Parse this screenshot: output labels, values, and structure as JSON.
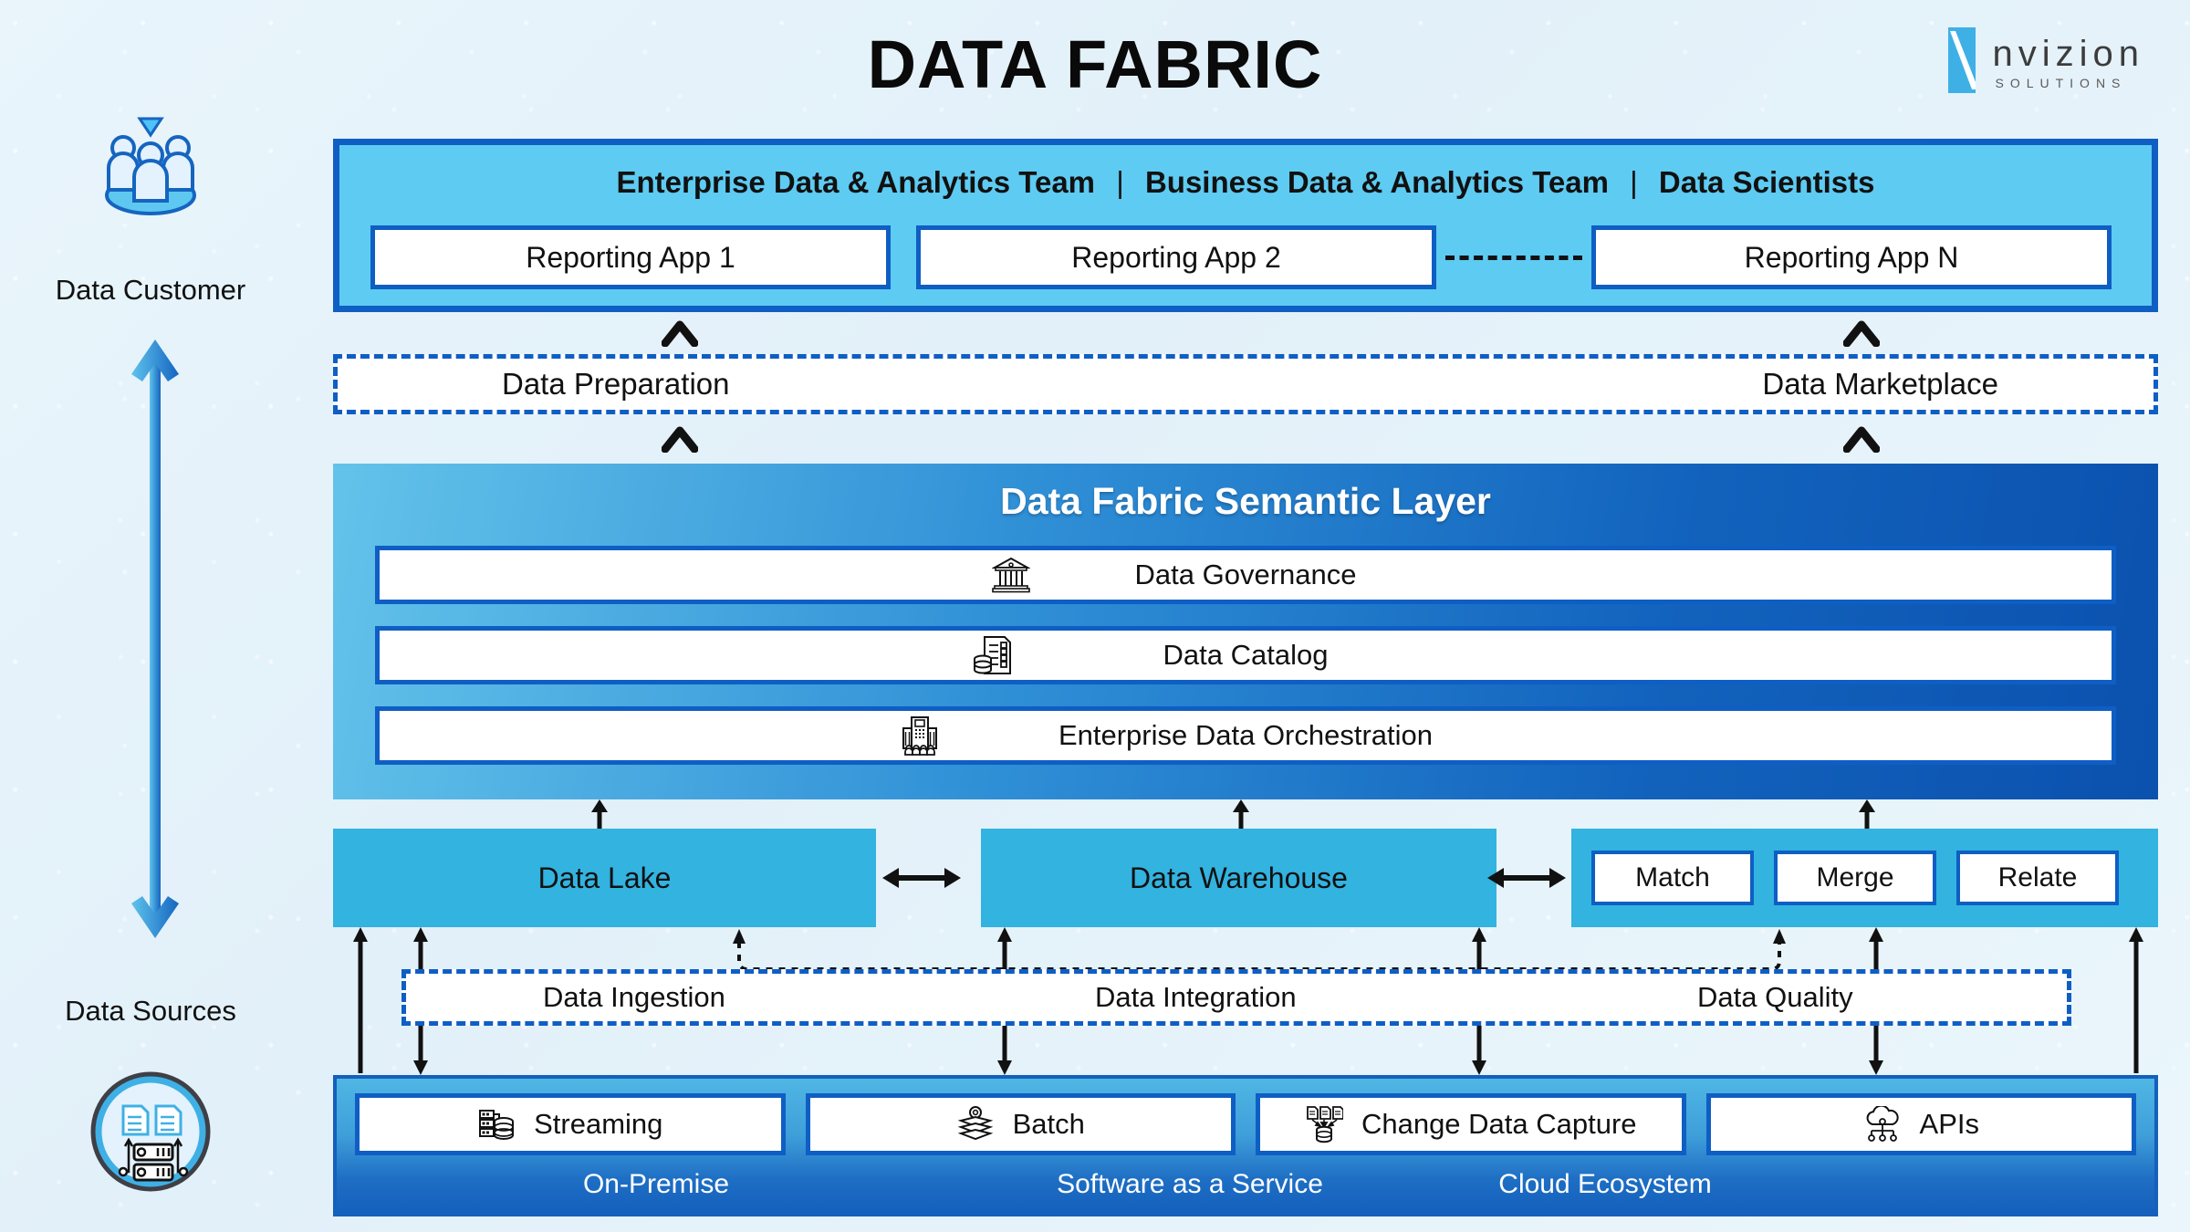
{
  "title": "DATA FABRIC",
  "logo": {
    "word": "nvizion",
    "sub": "SOLUTIONS",
    "mark": "stylized-n",
    "color": "#3fb0e5"
  },
  "colors": {
    "background": "#e6f3fa",
    "accent_light": "#5ecbf2",
    "accent_mid": "#32b3e0",
    "accent_dark": "#0f5ec4",
    "semantic_gradient_from": "#63c3ea",
    "semantic_gradient_to": "#0b51ae",
    "sources_gradient_from": "#4fb6e4",
    "sources_gradient_to": "#1460bc"
  },
  "rail": {
    "customer_label": "Data Customer",
    "customer_icon": "people-group-icon",
    "sources_label": "Data Sources",
    "sources_icon": "data-sources-circle-icon",
    "arrow_icon": "double-headed-vertical-arrow-icon"
  },
  "consumer": {
    "teams": [
      "Enterprise Data & Analytics Team",
      "Business Data & Analytics Team",
      "Data Scientists"
    ],
    "separator": "|",
    "apps": [
      "Reporting App 1",
      "Reporting App 2",
      "Reporting App N"
    ],
    "apps_ellipsis": "dashed-connector"
  },
  "services": {
    "preparation": "Data Preparation",
    "marketplace": "Data Marketplace"
  },
  "semantic": {
    "title": "Data Fabric Semantic Layer",
    "rows": [
      {
        "label": "Data Governance",
        "icon": "bank-building-icon"
      },
      {
        "label": "Data Catalog",
        "icon": "catalog-database-icon"
      },
      {
        "label": "Enterprise Data Orchestration",
        "icon": "office-building-people-icon"
      }
    ]
  },
  "storage": {
    "lake": "Data Lake",
    "warehouse": "Data Warehouse",
    "mdm": [
      "Match",
      "Merge",
      "Relate"
    ],
    "link_icon": "bidirectional-arrow-icon"
  },
  "pipeline": {
    "items": [
      "Data Ingestion",
      "Data Integration",
      "Data Quality"
    ]
  },
  "sources": {
    "cards": [
      {
        "label": "Streaming",
        "icon": "server-database-icon"
      },
      {
        "label": "Batch",
        "icon": "batch-stack-icon"
      },
      {
        "label": "Change Data Capture",
        "icon": "documents-to-database-icon"
      },
      {
        "label": "APIs",
        "icon": "cloud-api-icon"
      }
    ],
    "deployments": [
      "On-Premise",
      "Software as a Service",
      "Cloud Ecosystem"
    ]
  }
}
